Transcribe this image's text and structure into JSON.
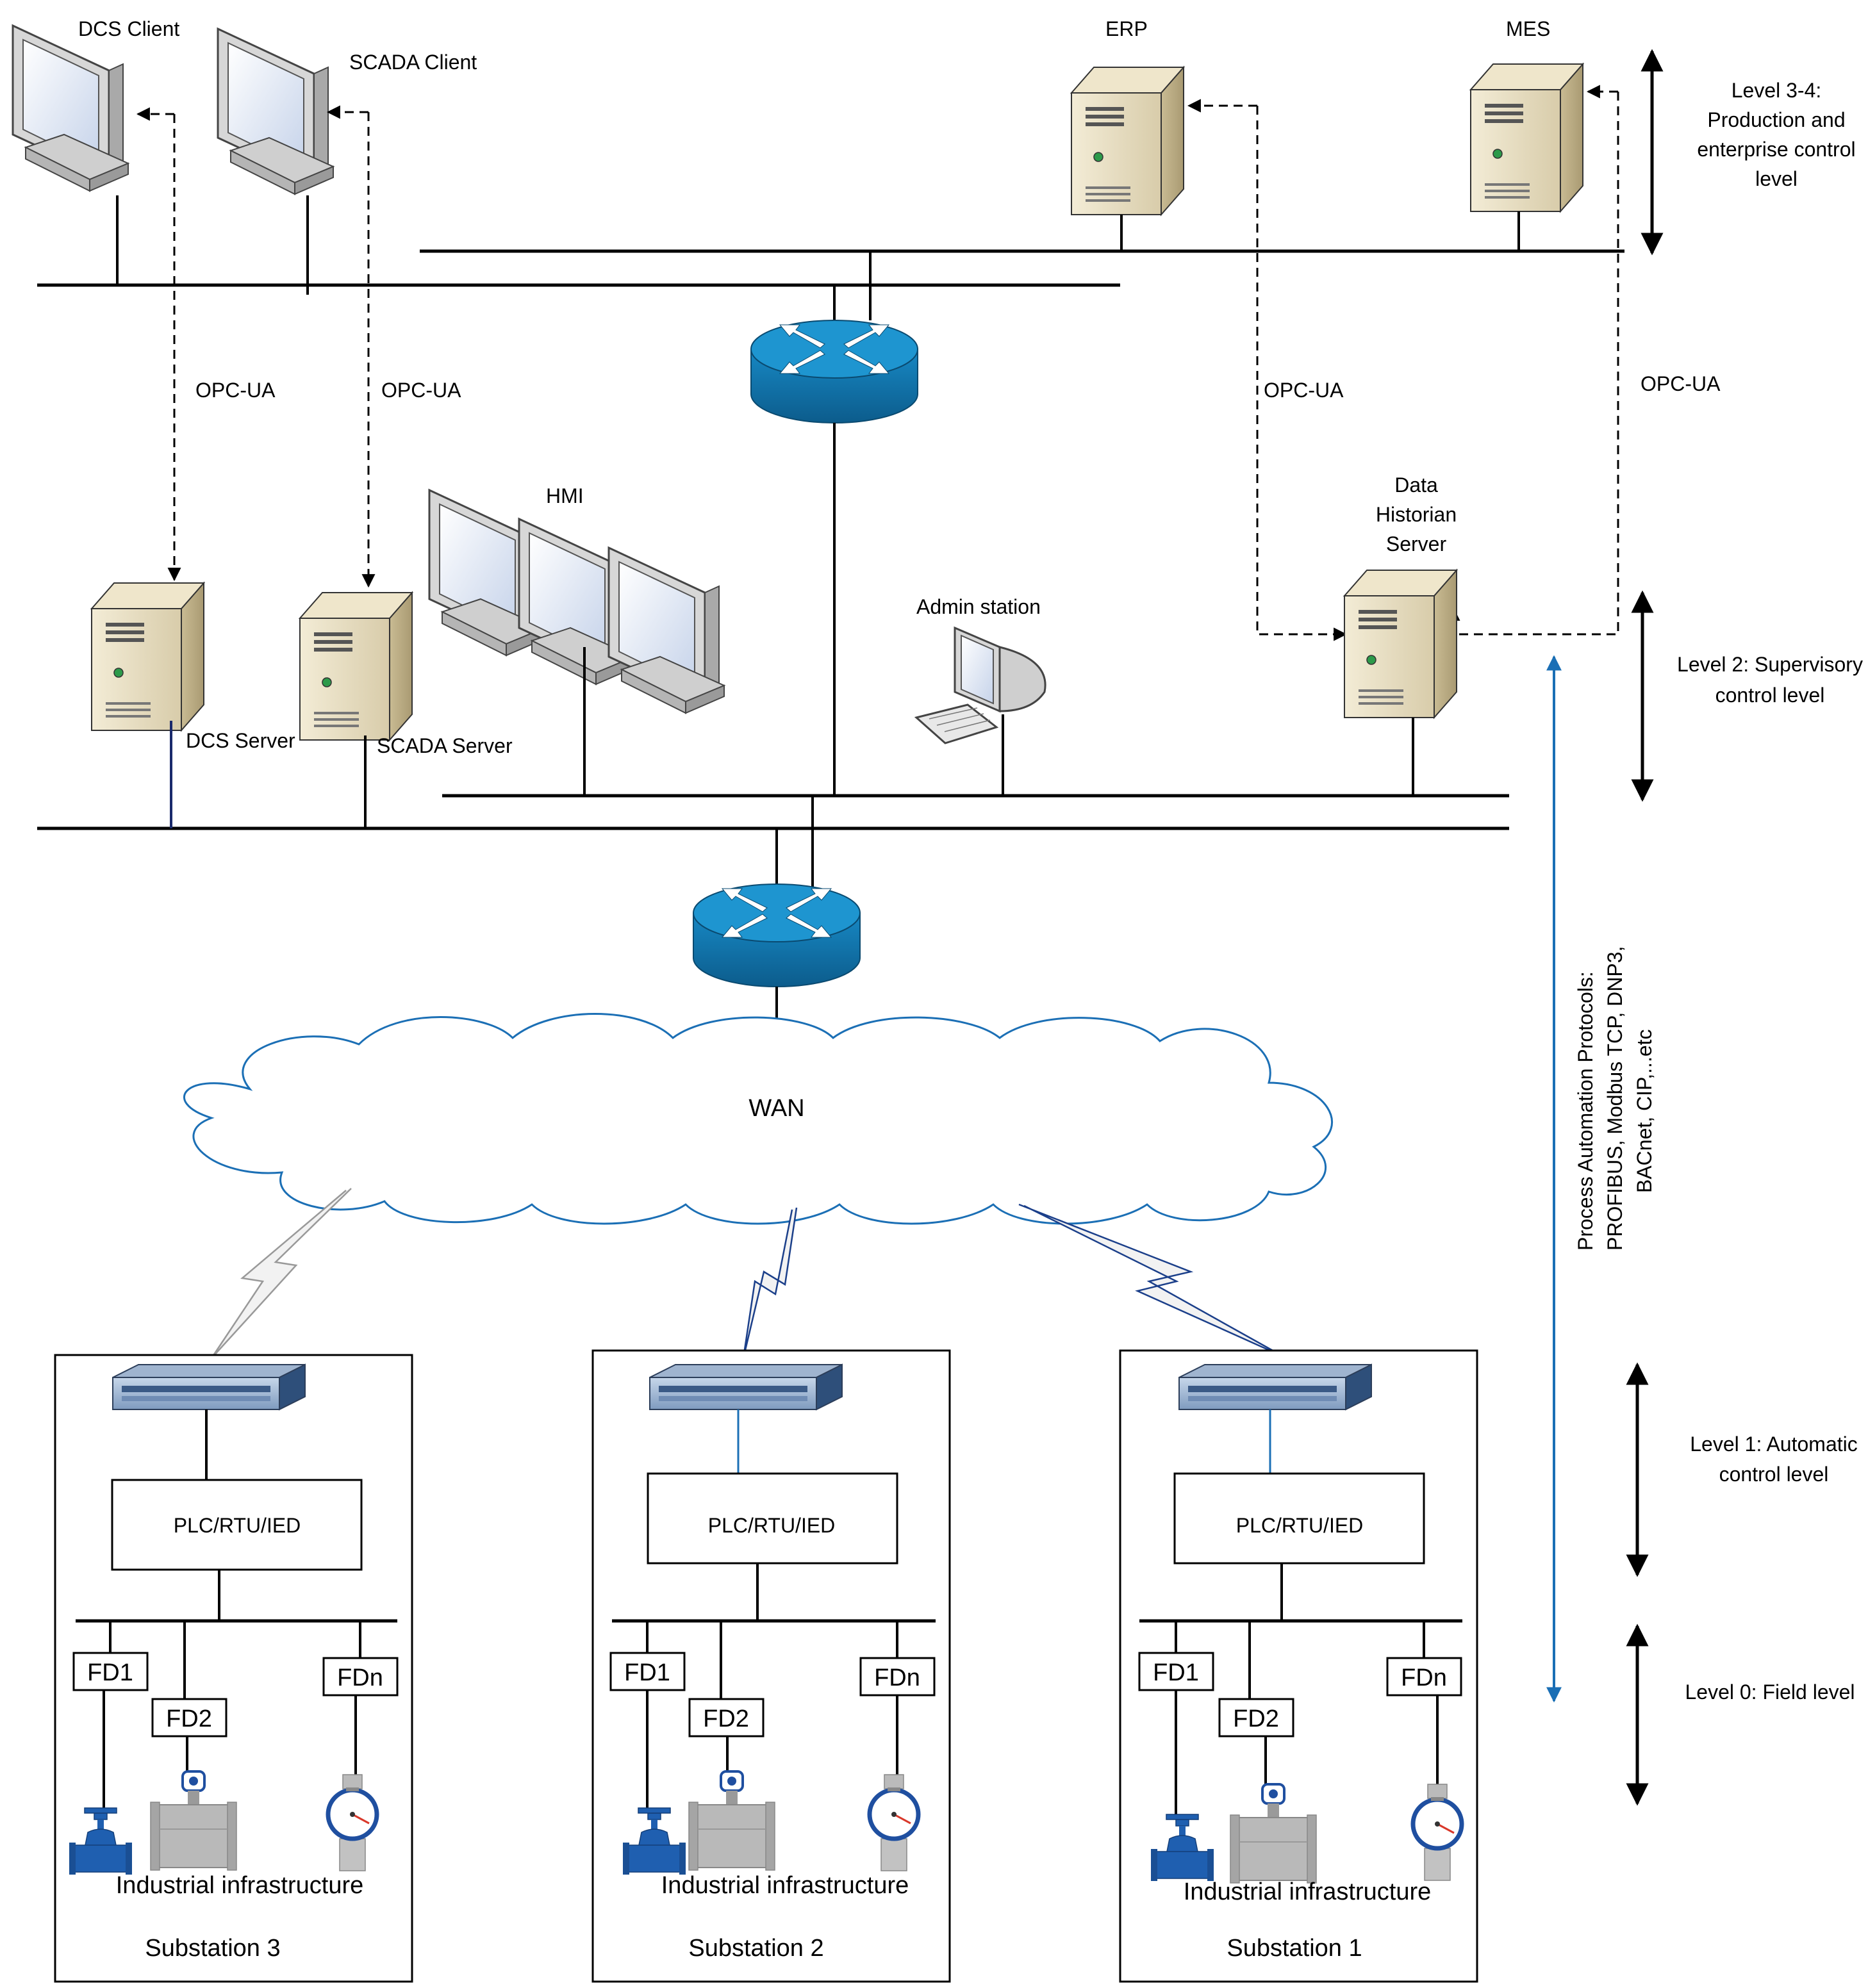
{
  "clients": {
    "dcs_client": "DCS Client",
    "scada_client": "SCADA Client"
  },
  "enterprise": {
    "erp": "ERP",
    "mes": "MES"
  },
  "servers": {
    "dcs_server": "DCS Server",
    "scada_server": "SCADA Server",
    "historian_line1": "Data",
    "historian_line2": "Historian",
    "historian_line3": "Server"
  },
  "stations": {
    "hmi": "HMI",
    "admin": "Admin station"
  },
  "protocols": {
    "opc1": "OPC-UA",
    "opc2": "OPC-UA",
    "opc3": "OPC-UA",
    "opc4": "OPC-UA",
    "process_line1": "Process Automation Protocols:",
    "process_line2": "PROFIBUS, Modbus TCP, DNP3,",
    "process_line3": "BACnet, CIP,...etc"
  },
  "network": {
    "wan": "WAN"
  },
  "levels": {
    "l34_line1": "Level 3-4:",
    "l34_line2": "Production and",
    "l34_line3": "enterprise control",
    "l34_line4": "level",
    "l2_line1": "Level 2: Supervisory",
    "l2_line2": "control  level",
    "l1_line1": "Level 1: Automatic",
    "l1_line2": "control  level",
    "l0_line1": "Level 0: Field level"
  },
  "substations": [
    {
      "name": "Substation 3",
      "controller": "PLC/RTU/IED",
      "fd1": "FD1",
      "fd2": "FD2",
      "fdn": "FDn",
      "infra": "Industrial infrastructure"
    },
    {
      "name": "Substation 2",
      "controller": "PLC/RTU/IED",
      "fd1": "FD1",
      "fd2": "FD2",
      "fdn": "FDn",
      "infra": "Industrial infrastructure"
    },
    {
      "name": "Substation 1",
      "controller": "PLC/RTU/IED",
      "fd1": "FD1",
      "fd2": "FD2",
      "fdn": "FDn",
      "infra": "Industrial infrastructure"
    }
  ],
  "colors": {
    "router": "#1a8bc4",
    "tower": "#e6dcc0",
    "monitor": "#d9d9d9",
    "screen": "#e6ecf7",
    "accent_blue": "#1b6fb5",
    "valve": "#1f5fb0"
  }
}
